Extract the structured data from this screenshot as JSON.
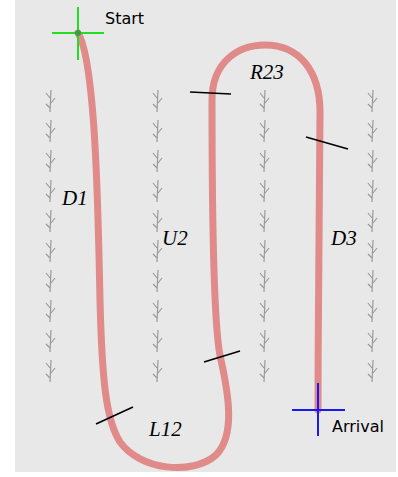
{
  "diagram": {
    "labels": [
      "Start",
      "Arrival",
      "D1",
      "U2",
      "D3",
      "L12",
      "R23"
    ]
  }
}
